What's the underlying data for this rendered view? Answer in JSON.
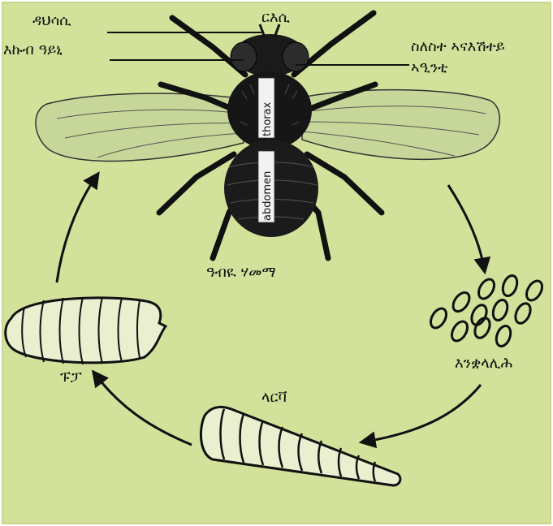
{
  "colors": {
    "background": "#d3e29a",
    "ink": "#111111",
    "body": "#1a1a1a",
    "wing": "#c6d69a"
  },
  "adult_fly": {
    "body_labels": {
      "thorax": "thorax",
      "abdomen": "abdomen"
    },
    "parts": {
      "antenna": "ዳህሳሲ",
      "head": "ርእሲ",
      "compound_eye": "እኩብ ዓይኒ",
      "mouth_parts_line1": "ስለስተ ኣናእሽተይ",
      "mouth_parts_line2": "ኣዒንቲ"
    },
    "stage_label": "ዓብዪ ሃመማ"
  },
  "life_cycle": {
    "eggs": "እንቋላሊሕ",
    "larva": "ላርቫ",
    "pupa": "ፑፓ"
  },
  "icons": [
    "fly-illustration",
    "egg-cluster",
    "larva-illustration",
    "pupa-illustration",
    "cycle-arrow"
  ]
}
